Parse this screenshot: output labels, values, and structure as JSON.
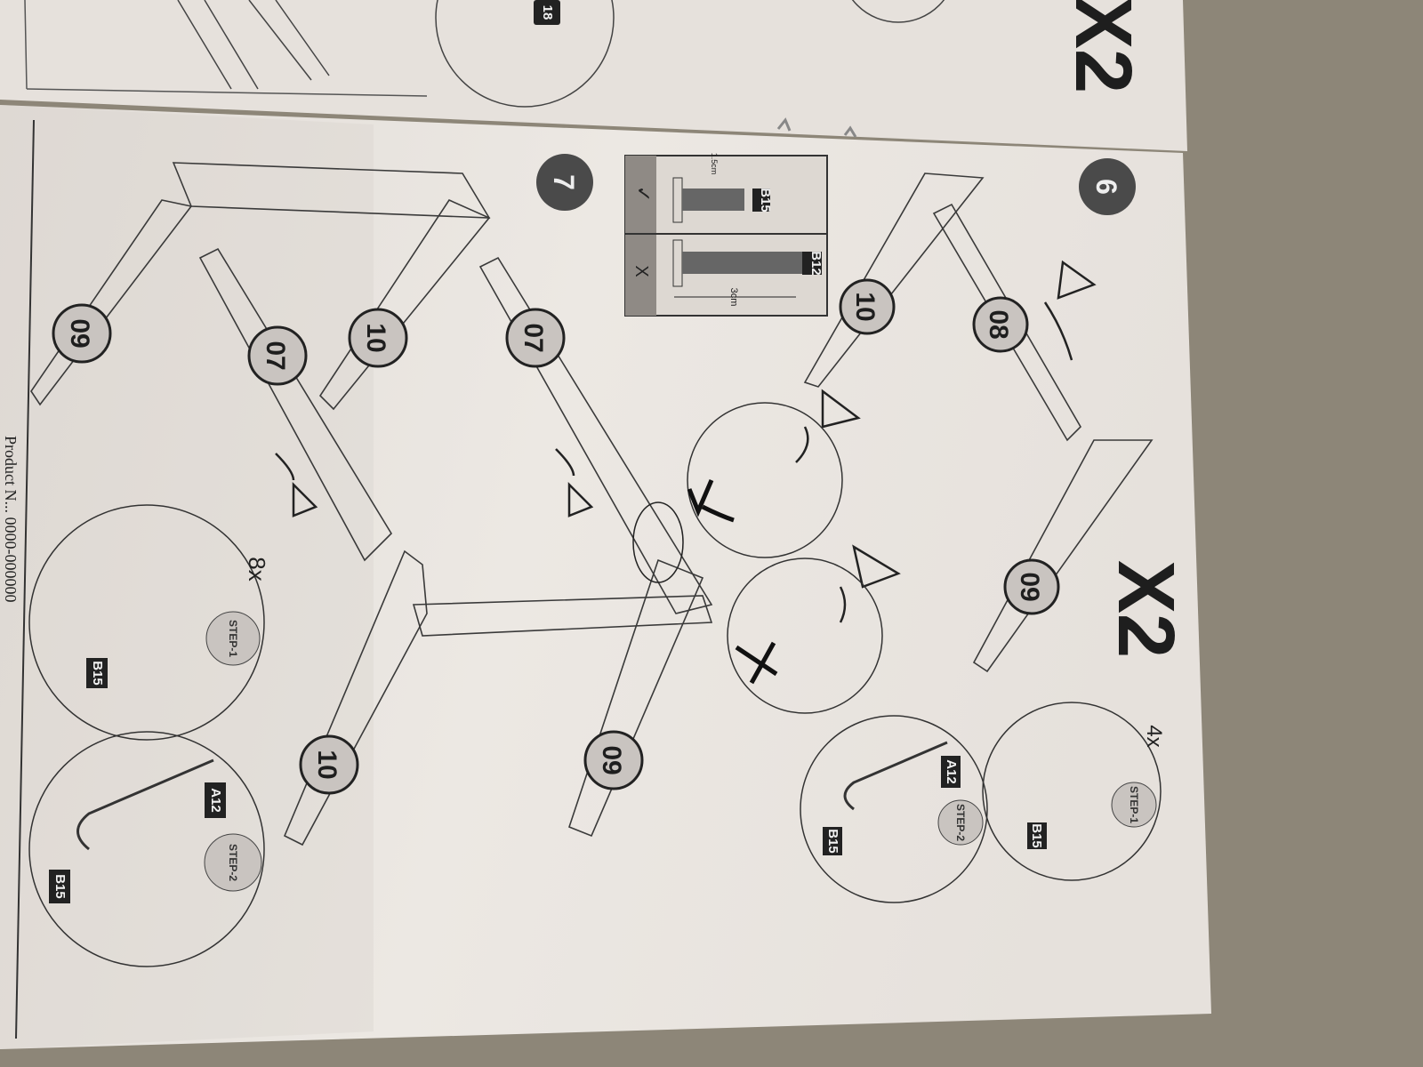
{
  "page": {
    "top_fragment_label": "18",
    "top_multiplier": "X2",
    "footer_text": "Product N... 0000-000000"
  },
  "step6": {
    "number": "6",
    "multiplier": "X2",
    "parts": [
      "10",
      "08",
      "09"
    ],
    "detail_1": {
      "count": "4x",
      "step": "STEP-1",
      "part": "B15"
    },
    "detail_2": {
      "step": "STEP-2",
      "tool": "A12",
      "part": "B15"
    }
  },
  "step7": {
    "number": "7",
    "parts": [
      "09",
      "07",
      "10",
      "07",
      "09",
      "10"
    ],
    "detail_1": {
      "count": "8x",
      "step": "STEP-1",
      "part": "B15"
    },
    "detail_2": {
      "step": "STEP-2",
      "tool": "A12",
      "part": "B15"
    }
  },
  "bolt_table": {
    "correct": {
      "mark": "✓",
      "part": "B15",
      "length": "1.5cm"
    },
    "wrong": {
      "mark": "X",
      "part": "B12",
      "length": "3cm"
    }
  },
  "colors": {
    "paper": "#e8e3de",
    "carpet": "#8d8678",
    "ink": "#2a2a2a",
    "label_bg": "#c9c4c0",
    "step_bg": "#4a4a4a"
  }
}
